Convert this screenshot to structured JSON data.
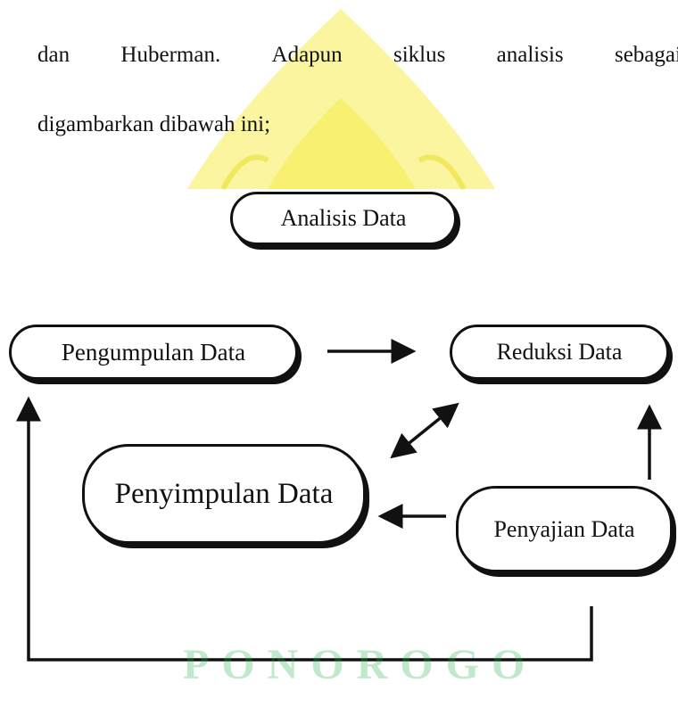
{
  "paragraph": {
    "line1_words": [
      "dan",
      "Huberman.",
      "Adapun",
      "siklus",
      "analisis",
      "sebagai"
    ],
    "line2": "digambarkan dibawah ini;"
  },
  "diagram": {
    "title_node": "Analisis Data",
    "nodes": {
      "pengumpulan": "Pengumpulan Data",
      "reduksi": "Reduksi Data",
      "penyimpulan": "Penyimpulan Data",
      "penyajian": "Penyajian Data"
    }
  },
  "watermark": {
    "text": "PONOROGO",
    "colors": {
      "yellow": "#f2e600",
      "green": "#1fb24a"
    }
  }
}
